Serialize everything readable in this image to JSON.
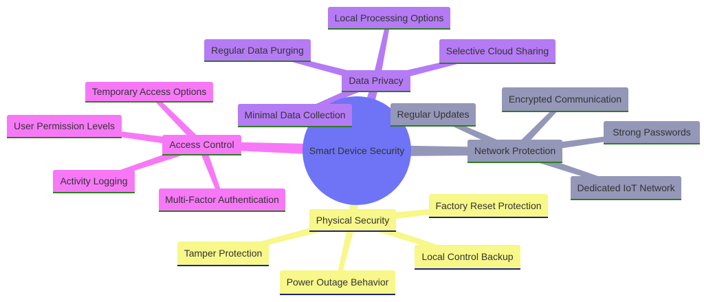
{
  "root": {
    "label": "Smart Device Security",
    "color": "#6e74f5"
  },
  "branches": [
    {
      "id": "access",
      "label": "Access Control",
      "color": "#f778f7",
      "children": [
        "Temporary Access Options",
        "User Permission Levels",
        "Activity Logging",
        "Multi-Factor Authentication"
      ]
    },
    {
      "id": "privacy",
      "label": "Data Privacy",
      "color": "#b57bf5",
      "children": [
        "Local Processing Options",
        "Regular Data Purging",
        "Selective Cloud Sharing",
        "Minimal Data Collection"
      ]
    },
    {
      "id": "network",
      "label": "Network Protection",
      "color": "#9497b8",
      "children": [
        "Regular Updates",
        "Encrypted Communication",
        "Strong Passwords",
        "Dedicated IoT Network"
      ]
    },
    {
      "id": "physical",
      "label": "Physical Security",
      "color": "#f7f78a",
      "children": [
        "Factory Reset Protection",
        "Tamper Protection",
        "Local Control Backup",
        "Power Outage Behavior"
      ]
    }
  ]
}
